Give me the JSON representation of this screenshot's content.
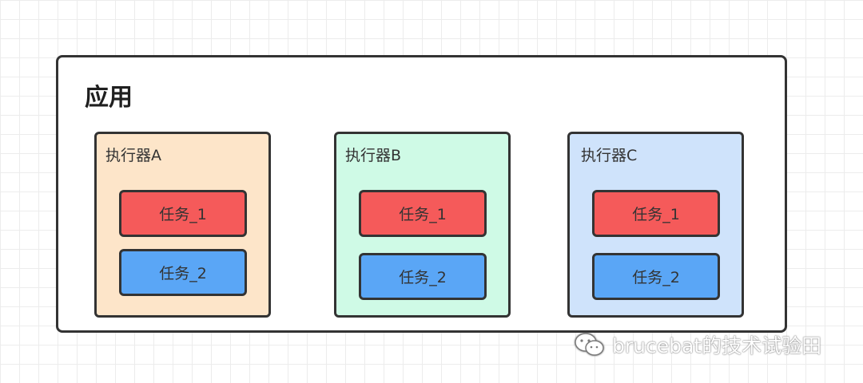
{
  "app": {
    "title": "应用"
  },
  "executors": [
    {
      "label": "执行器A",
      "fill": "#fde5c9",
      "tasks": [
        {
          "label": "任务_1",
          "color": "#f55a5a"
        },
        {
          "label": "任务_2",
          "color": "#5aa6f6"
        }
      ]
    },
    {
      "label": "执行器B",
      "fill": "#cffae6",
      "tasks": [
        {
          "label": "任务_1",
          "color": "#f55a5a"
        },
        {
          "label": "任务_2",
          "color": "#5aa6f6"
        }
      ]
    },
    {
      "label": "执行器C",
      "fill": "#cfe3fb",
      "tasks": [
        {
          "label": "任务_1",
          "color": "#f55a5a"
        },
        {
          "label": "任务_2",
          "color": "#5aa6f6"
        }
      ]
    }
  ],
  "watermark": {
    "icon": "wechat-icon",
    "text": "brucebat的技术试验田"
  }
}
